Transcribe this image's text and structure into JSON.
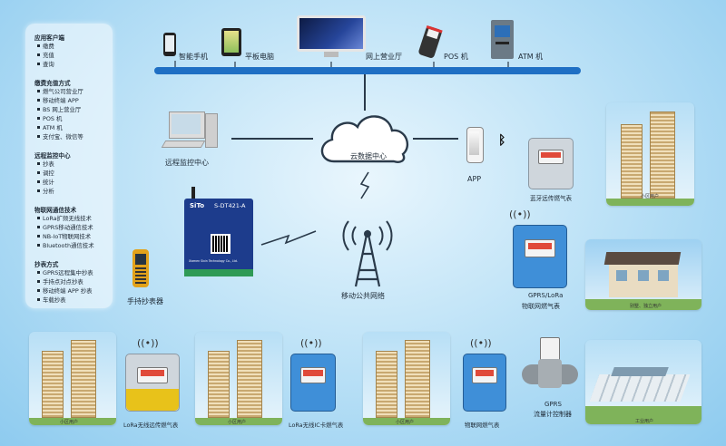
{
  "panel": {
    "sections": [
      {
        "title": "应用客户端",
        "items": [
          "缴费",
          "充值",
          "查询"
        ]
      },
      {
        "title": "缴费充值方式",
        "items": [
          "燃气公司营业厅",
          "移动终端 APP",
          "BS 网上营业厅",
          "POS 机",
          "ATM 机",
          "支付宝、微信等"
        ]
      },
      {
        "title": "远程监控中心",
        "items": [
          "抄表",
          "调控",
          "统计",
          "分析"
        ]
      },
      {
        "title": "物联网通信技术",
        "items": [
          "LoRa扩频无线技术",
          "GPRS移动通信技术",
          "NB-IoT物联网技术",
          "Bluetooth通信技术"
        ]
      },
      {
        "title": "抄表方式",
        "items": [
          "GPRS远程集中抄表",
          "手持点对点抄表",
          "移动终端 APP 抄表",
          "车载抄表"
        ]
      }
    ]
  },
  "top_devices": {
    "phone": "智能手机",
    "tablet": "平板电脑",
    "online": "网上营业厅",
    "pos": "POS 机",
    "atm": "ATM 机"
  },
  "center": {
    "monitor": "远程监控中心",
    "cloud": "云数据中心",
    "app": "APP",
    "bluetooth_meter": "蓝牙远传燃气表",
    "network": "移动公共网络",
    "handheld": "手持抄表器"
  },
  "dtu": {
    "brand": "SiTo",
    "model": "S-DT421-A",
    "company": "Xiamen Sixin Technology Co., Ltd."
  },
  "right": {
    "community_user": "小区用户",
    "gprs_meter_line1": "GPRS/LoRa",
    "gprs_meter_line2": "物联网燃气表",
    "villa_user": "别墅、独立用户"
  },
  "bottom": {
    "community_user_1": "小区用户",
    "lora_meter": "LoRa无线远传燃气表",
    "community_user_2": "小区用户",
    "lora_ic_meter": "LoRa无线IC卡燃气表",
    "community_user_3": "小区用户",
    "iot_meter": "物联网燃气表",
    "flow_line1": "GPRS",
    "flow_line2": "流量计控制器",
    "industry_user": "工业用户"
  },
  "colors": {
    "accent": "#1f6fc4",
    "meter_blue": "#3f8fd8",
    "meter_grey": "#cfd6dc",
    "dtu_blue": "#1d3c8c"
  }
}
